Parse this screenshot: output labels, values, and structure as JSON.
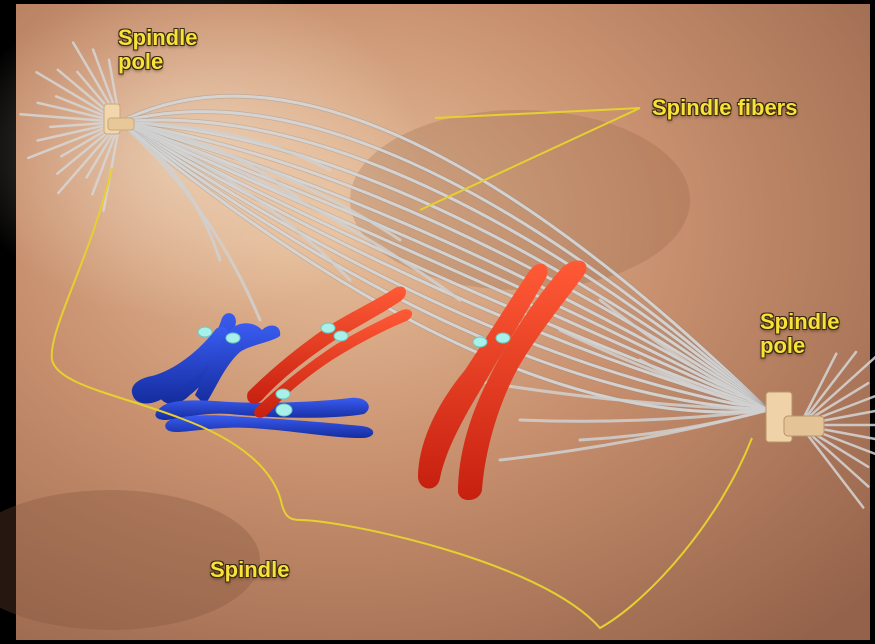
{
  "labels": {
    "spindle_pole_top": "Spindle\npole",
    "spindle_fibers": "Spindle fibers",
    "spindle_pole_right": "Spindle\npole",
    "spindle": "Spindle"
  },
  "colors": {
    "frame": "#000000",
    "background_light": "#e2b58f",
    "background_dark": "#9a6a4d",
    "fiber": "#cfcfcf",
    "fiber_shadow": "#8a8a8a",
    "label_text": "#f7e23a",
    "leader_line": "#e6d030",
    "chromosome_blue": "#1f3fc8",
    "chromosome_red": "#e8341c",
    "kinetochore": "#a8f0ea",
    "pole_body": "#f0d2a8"
  }
}
